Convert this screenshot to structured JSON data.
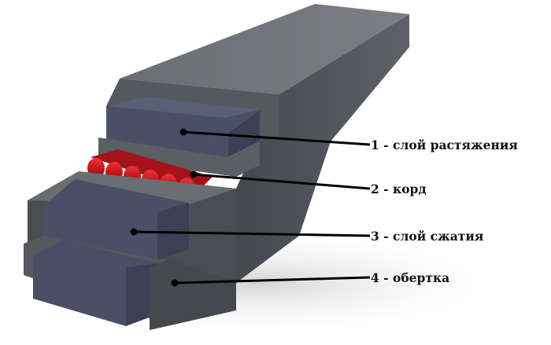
{
  "diagram": {
    "labels": [
      {
        "id": "tension-layer",
        "text": "1 - слой растяжения"
      },
      {
        "id": "cord",
        "text": "2 - корд"
      },
      {
        "id": "compression-layer",
        "text": "3 - слой сжатия"
      },
      {
        "id": "wrapper",
        "text": "4 - обертка"
      }
    ],
    "colors": {
      "rubber_dark": "#4a4d52",
      "rubber_top": "#6b6e72",
      "rubber_side": "#55585c",
      "layer_blue": "#4a4f66",
      "cord_red": "#c8161d",
      "leader_line": "#000000"
    }
  }
}
